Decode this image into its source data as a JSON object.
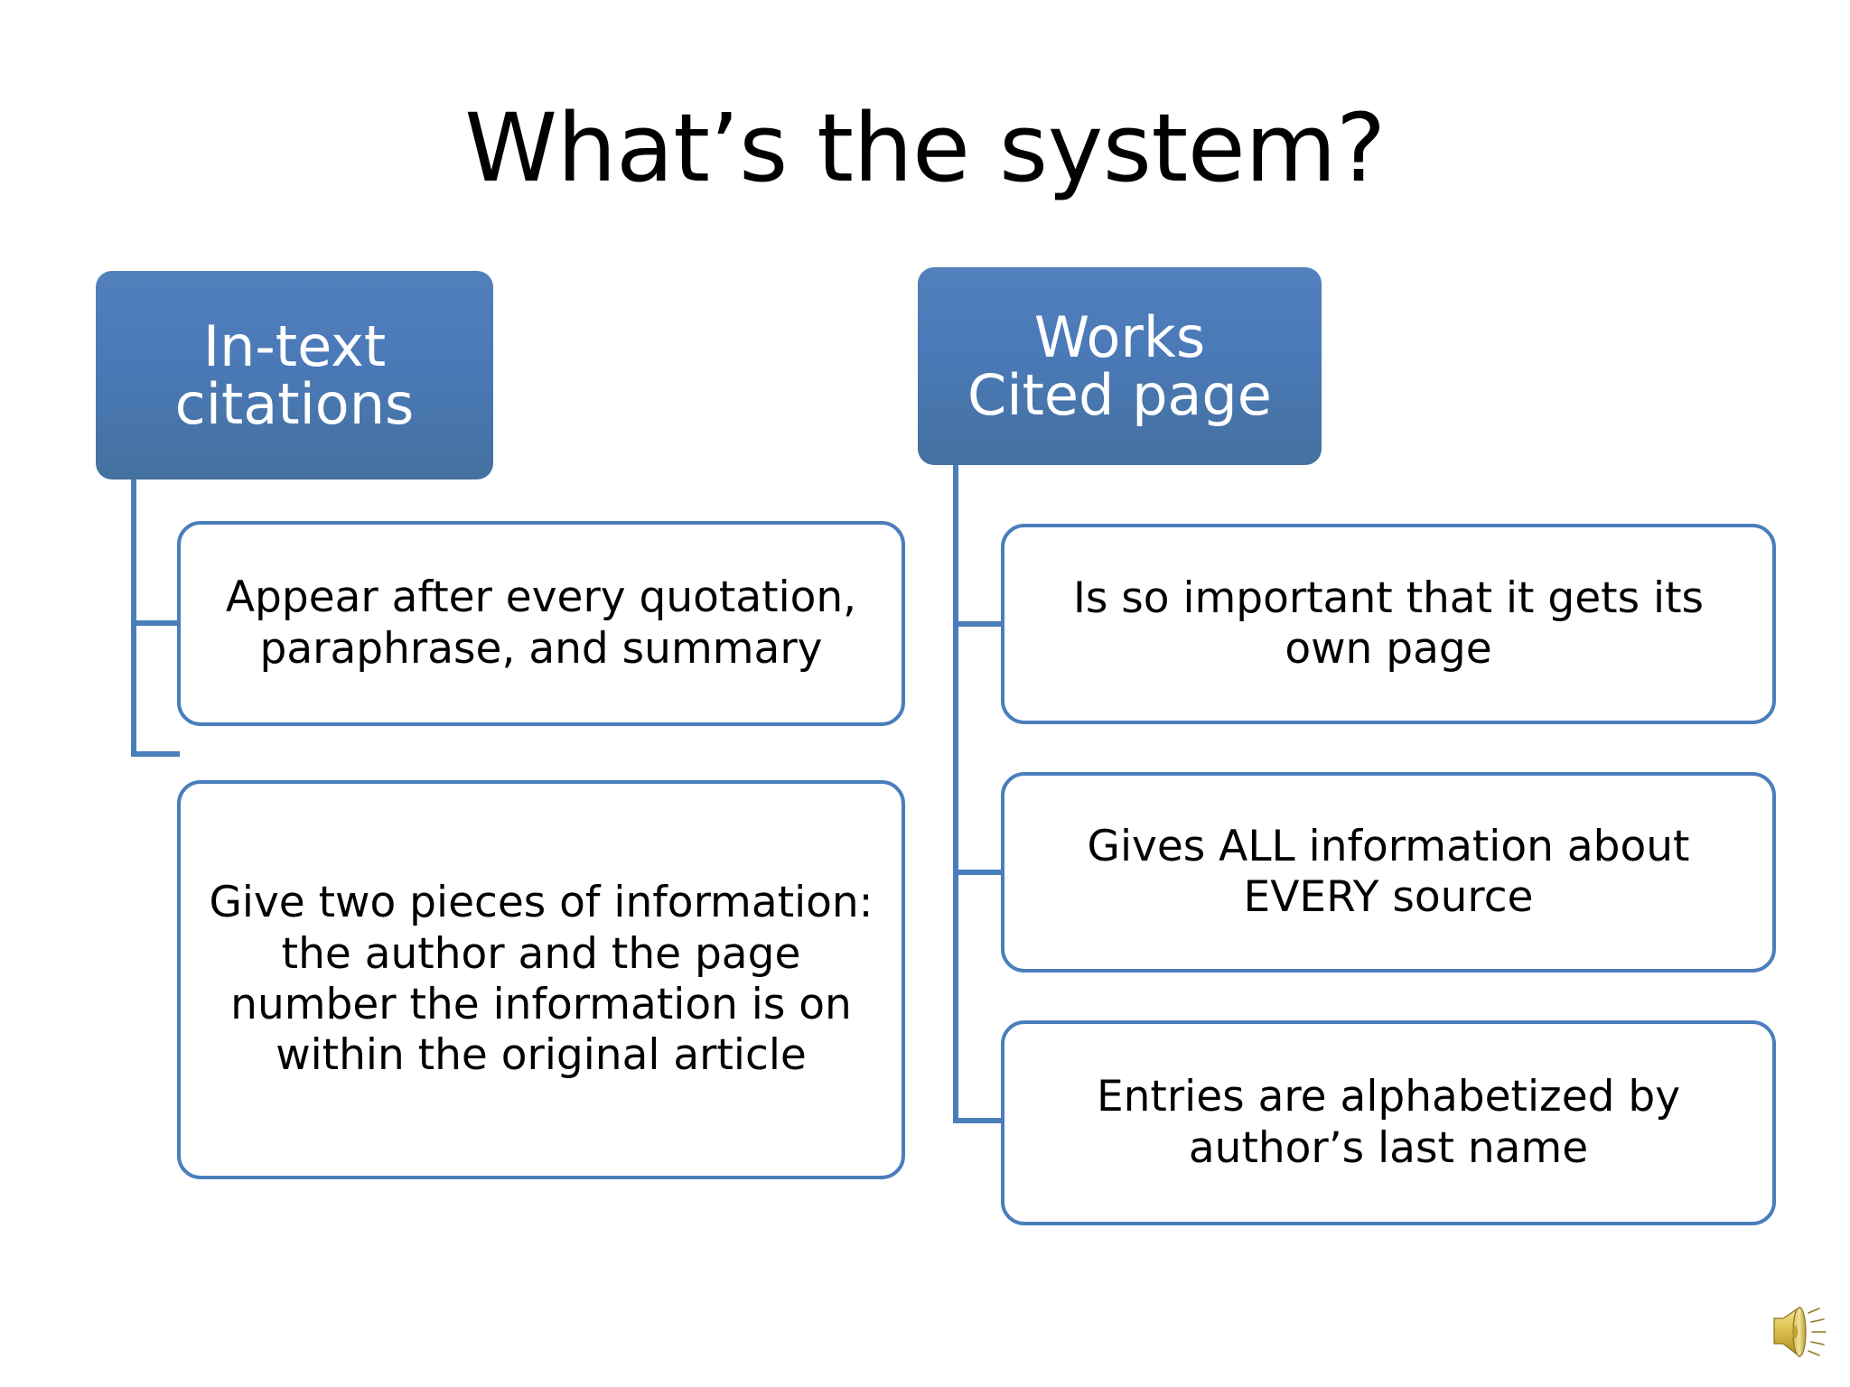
{
  "slide": {
    "title": "What’s the system?",
    "background_color": "#ffffff"
  },
  "theme": {
    "accent_blue": "#4a7ebb",
    "header_fill": "#5280bd",
    "header_text_color": "#ffffff",
    "body_text_color": "#000000",
    "box_border_color": "#4a7ebb"
  },
  "diagram": {
    "type": "two-column-hierarchy",
    "columns": [
      {
        "id": "in-text-citations",
        "header_line1": "In-text",
        "header_line2": "citations",
        "items": [
          {
            "text": "Appear after every quotation, paraphrase, and summary"
          },
          {
            "text": "Give two pieces of information: the author and the page number the information is on within the original article"
          }
        ]
      },
      {
        "id": "works-cited-page",
        "header_line1": "Works",
        "header_line2": "Cited page",
        "items": [
          {
            "text": "Is so important that it gets its own page"
          },
          {
            "text": "Gives ALL information about EVERY source"
          },
          {
            "text": "Entries are alphabetized by author’s last name"
          }
        ]
      }
    ]
  },
  "media": {
    "speaker_icon_name": "speaker-sound-icon"
  }
}
